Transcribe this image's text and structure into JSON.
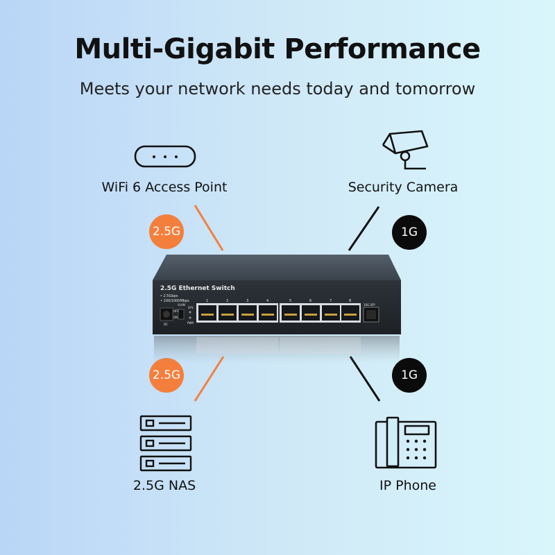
{
  "header": {
    "title": "Multi-Gigabit Performance",
    "subtitle": "Meets your network needs today and tomorrow"
  },
  "devices": {
    "access_point": {
      "label": "WiFi 6 Access Point",
      "icon": "access-point-icon"
    },
    "camera": {
      "label": "Security Camera",
      "icon": "security-camera-icon"
    },
    "nas": {
      "label": "2.5G NAS",
      "icon": "nas-icon"
    },
    "phone": {
      "label": "IP Phone",
      "icon": "ip-phone-icon"
    }
  },
  "badges": {
    "top_left": "2.5G",
    "top_right": "1G",
    "bottom_left": "2.5G",
    "bottom_right": "1G"
  },
  "switch": {
    "name": "2.5G Ethernet Switch",
    "spec1": "• 2.5Gbps",
    "spec2": "• 100/1000Mbps",
    "port_numbers": [
      "1",
      "2",
      "3",
      "4",
      "5",
      "6",
      "7",
      "8"
    ],
    "sfp_label": "10G SFP",
    "dc_label": "DC",
    "vlan_label": "VLAN",
    "sys_label": "SYS",
    "pwr_label": "PWR",
    "off_label": "OFF",
    "on_label": "ON"
  },
  "colors": {
    "accent_orange": "#f47f3c",
    "badge_black": "#0b0b0b",
    "switch_body": "#2a2f35"
  }
}
